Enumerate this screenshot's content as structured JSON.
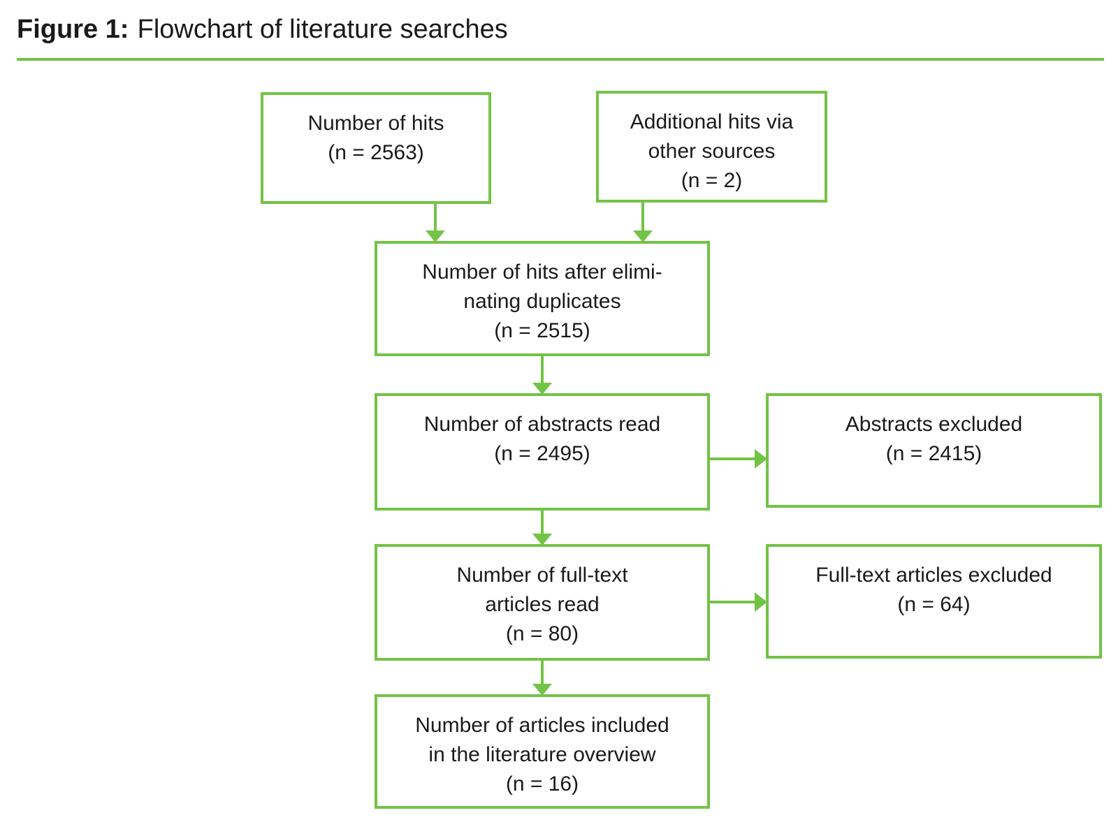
{
  "figure": {
    "label": "Figure 1:",
    "title": "Flowchart of literature searches"
  },
  "colors": {
    "accent_green": "#73C346",
    "text": "#1A1A1A",
    "background": "#FFFFFF"
  },
  "flowchart": {
    "nodes": [
      {
        "id": "hits",
        "text": "Number of hits\n(n = 2563)",
        "n": 2563
      },
      {
        "id": "additional-hits",
        "text": "Additional hits via\nother sources\n(n = 2)",
        "n": 2
      },
      {
        "id": "after-duplicates",
        "text": "Number of hits after elimi-\nnating duplicates\n(n = 2515)",
        "n": 2515
      },
      {
        "id": "abstracts-read",
        "text": "Number of abstracts read\n(n = 2495)",
        "n": 2495
      },
      {
        "id": "abstracts-excluded",
        "text": "Abstracts excluded\n(n = 2415)",
        "n": 2415
      },
      {
        "id": "fulltext-read",
        "text": "Number of full-text\narticles read\n(n = 80)",
        "n": 80
      },
      {
        "id": "fulltext-excluded",
        "text": "Full-text articles excluded\n(n = 64)",
        "n": 64
      },
      {
        "id": "included",
        "text": "Number of articles included\nin the literature overview\n(n = 16)",
        "n": 16
      }
    ],
    "edges": [
      {
        "from": "hits",
        "to": "after-duplicates",
        "direction": "down"
      },
      {
        "from": "additional-hits",
        "to": "after-duplicates",
        "direction": "down"
      },
      {
        "from": "after-duplicates",
        "to": "abstracts-read",
        "direction": "down"
      },
      {
        "from": "abstracts-read",
        "to": "abstracts-excluded",
        "direction": "right"
      },
      {
        "from": "abstracts-read",
        "to": "fulltext-read",
        "direction": "down"
      },
      {
        "from": "fulltext-read",
        "to": "fulltext-excluded",
        "direction": "right"
      },
      {
        "from": "fulltext-read",
        "to": "included",
        "direction": "down"
      }
    ]
  }
}
